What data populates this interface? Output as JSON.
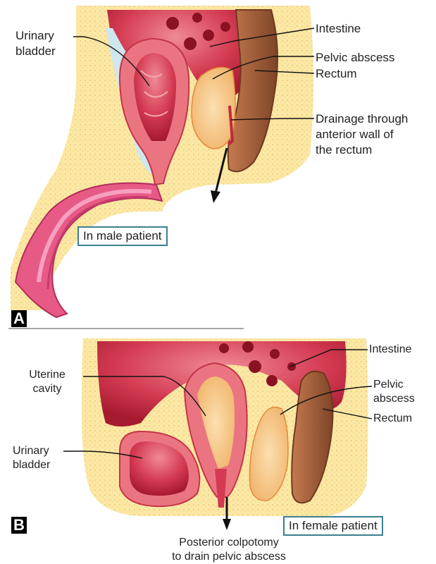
{
  "panel_a": {
    "tag": "A",
    "box_label": "In male patient",
    "labels": {
      "urinary_bladder": "Urinary\nbladder",
      "intestine": "Intestine",
      "pelvic_abscess": "Pelvic abscess",
      "rectum": "Rectum",
      "drainage": "Drainage through\nanterior wall of\nthe rectum"
    }
  },
  "panel_b": {
    "tag": "B",
    "box_label": "In female patient",
    "labels": {
      "uterine_cavity": "Uterine\ncavity",
      "urinary_bladder": "Urinary\nbladder",
      "intestine": "Intestine",
      "pelvic_abscess": "Pelvic\nabscess",
      "rectum": "Rectum",
      "colpotomy": "Posterior colpotomy\nto drain pelvic abscess"
    }
  },
  "colors": {
    "skin": "#fbe9a6",
    "tissue_red": "#e8606c",
    "cavity_dark": "#b81f35",
    "rectum_brown": "#9a5a3a",
    "abscess_orange": "#f5c98a",
    "fluid_blue": "#cfe7ee",
    "penis_pink": "#e85a86",
    "box_border": "#3a7f8f"
  }
}
